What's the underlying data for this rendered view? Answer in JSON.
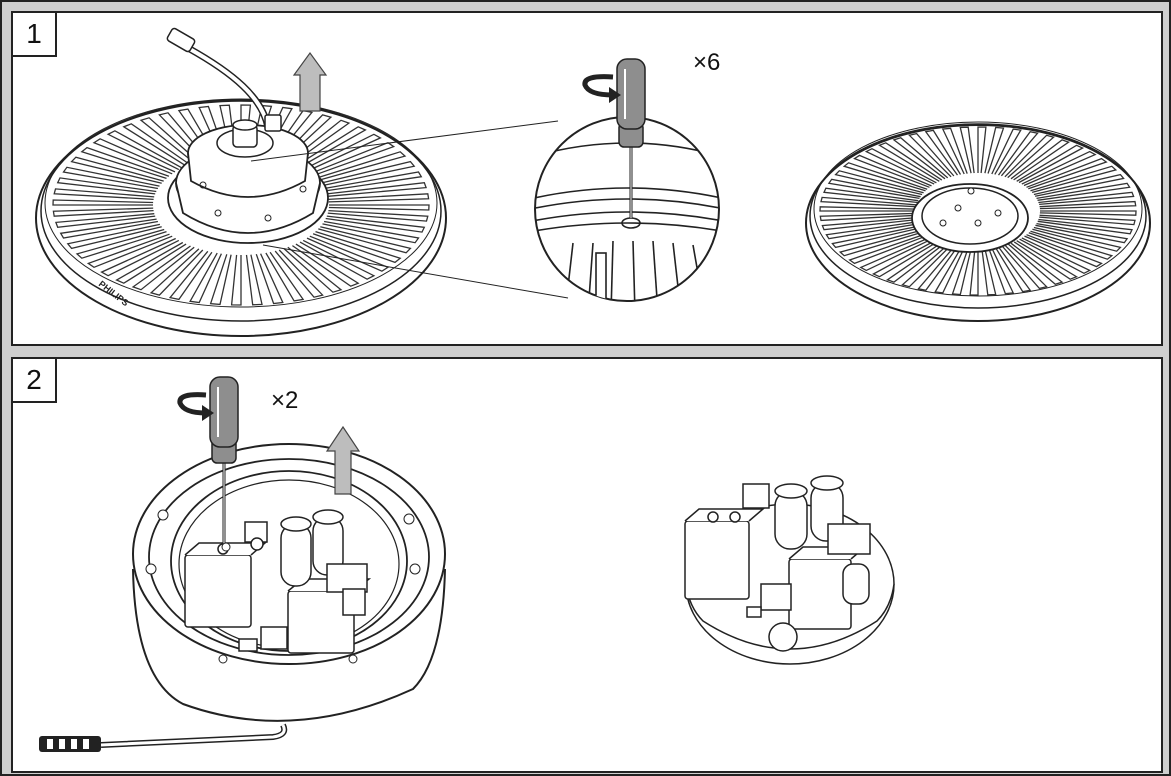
{
  "steps": [
    {
      "number": "1",
      "count_label": "×6",
      "brand_label": "PHILIPS"
    },
    {
      "number": "2",
      "count_label": "×2"
    }
  ],
  "icons": [
    "screwdriver-icon",
    "rotate-arrow-icon",
    "lift-arrow-icon",
    "connector-icon"
  ],
  "colors": {
    "line": "#222222",
    "panel_bg": "#ffffff",
    "frame_bg": "#cfcfcf",
    "arrow_fill": "#bdbdbd",
    "handle_fill": "#8e8e8e"
  }
}
